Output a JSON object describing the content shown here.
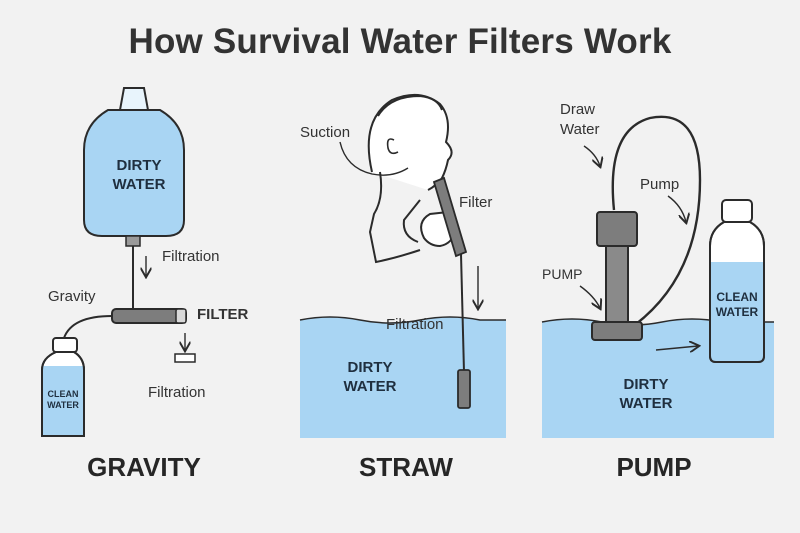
{
  "title": "How Survival Water Filters Work",
  "gravity": {
    "section_label": "GRAVITY",
    "bag_label": [
      "DIRTY",
      "WATER"
    ],
    "filtration_label_1": "Filtration",
    "gravity_label": "Gravity",
    "filter_label": "FILTER",
    "filtration_label_2": "Filtration",
    "bottle_label": [
      "CLEAN",
      "WATER"
    ]
  },
  "straw": {
    "section_label": "STRAW",
    "suction_label": "Suction",
    "filter_label": "Filter",
    "filtration_label": "Filtration",
    "water_label": [
      "DIRTY",
      "WATER"
    ]
  },
  "pump": {
    "section_label": "PUMP",
    "draw_label": [
      "Draw",
      "Water"
    ],
    "pump_label": "Pump",
    "pump_caps_label": "PUMP",
    "bottle_label": [
      "CLEAN",
      "WATER"
    ],
    "water_label": [
      "DIRTY",
      "WATER"
    ]
  },
  "colors": {
    "water": "#a9d5f3",
    "outline": "#2b2b2b",
    "filter_gray": "#7d7d7d",
    "background": "#f2f2f2"
  }
}
